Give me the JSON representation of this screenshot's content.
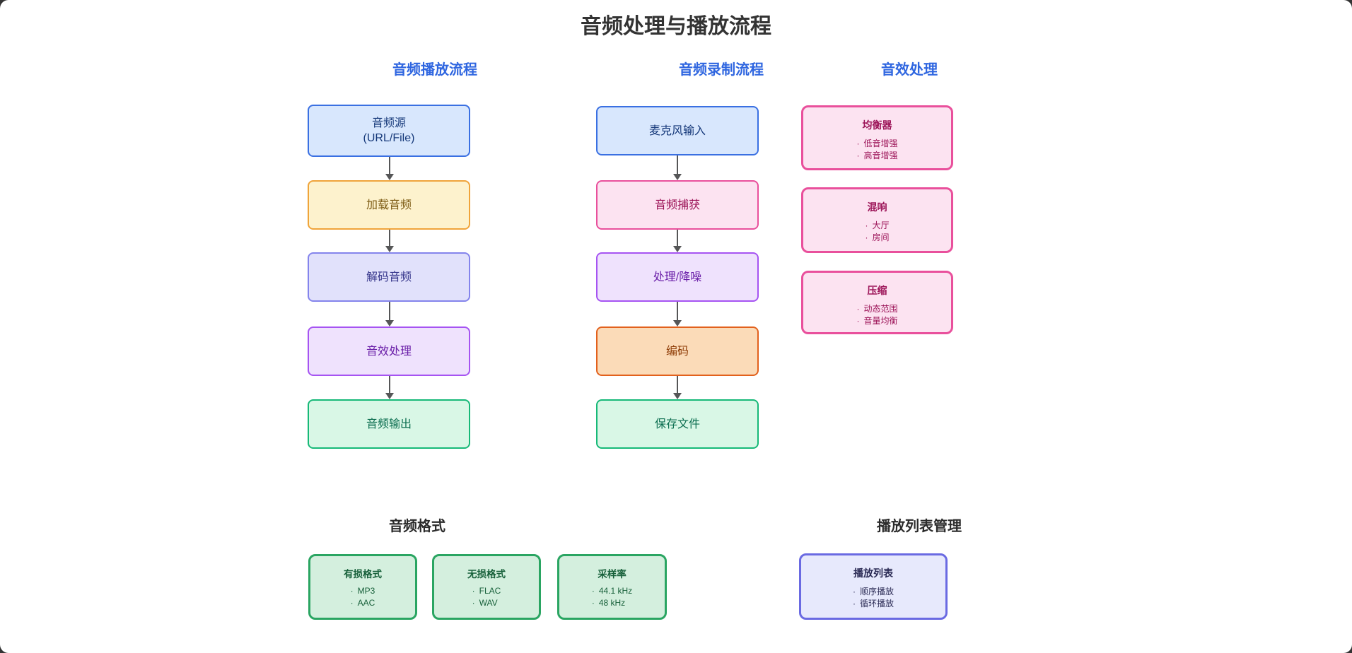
{
  "page": {
    "title": "音频处理与播放流程"
  },
  "playback": {
    "title": "音频播放流程",
    "steps": [
      {
        "label": "音频源",
        "sub": "(URL/File)"
      },
      {
        "label": "加载音频"
      },
      {
        "label": "解码音频"
      },
      {
        "label": "音效处理"
      },
      {
        "label": "音频输出"
      }
    ]
  },
  "recording": {
    "title": "音频录制流程",
    "steps": [
      {
        "label": "麦克风输入"
      },
      {
        "label": "音频捕获"
      },
      {
        "label": "处理/降噪"
      },
      {
        "label": "编码"
      },
      {
        "label": "保存文件"
      }
    ]
  },
  "effects": {
    "title": "音效处理",
    "cards": [
      {
        "title": "均衡器",
        "items": [
          "低音增强",
          "高音增强"
        ]
      },
      {
        "title": "混响",
        "items": [
          "大厅",
          "房间"
        ]
      },
      {
        "title": "压缩",
        "items": [
          "动态范围",
          "音量均衡"
        ]
      }
    ]
  },
  "formats": {
    "title": "音频格式",
    "cards": [
      {
        "title": "有损格式",
        "items": [
          "MP3",
          "AAC"
        ]
      },
      {
        "title": "无损格式",
        "items": [
          "FLAC",
          "WAV"
        ]
      },
      {
        "title": "采样率",
        "items": [
          "44.1 kHz",
          "48 kHz"
        ]
      }
    ]
  },
  "playlist": {
    "title": "播放列表管理",
    "cards": [
      {
        "title": "播放列表",
        "items": [
          "顺序播放",
          "循环播放"
        ]
      }
    ]
  },
  "colors": {
    "title_text": "#333333",
    "header_blue": "#2f66e0",
    "dark_header": "#2b2b2b",
    "arrow": "#555657",
    "blue_fill": "#d8e7fd",
    "blue_border": "#3a70e2",
    "blue_text": "#16397a",
    "yellow_fill": "#fdf2cd",
    "yellow_border": "#f0a43a",
    "yellow_text": "#7c5a12",
    "peri_fill": "#e1e1fb",
    "peri_border": "#8484ec",
    "peri_text": "#34348a",
    "purple_fill": "#efe2fd",
    "purple_border": "#a654f2",
    "purple_text": "#6a1fa8",
    "green_fill": "#d9f7e6",
    "green_border": "#17b978",
    "green_text": "#0c6e50",
    "pink_fill": "#fce3f1",
    "pink_border": "#e9509c",
    "pink_text": "#9c1458",
    "orange_fill": "#fbdbb8",
    "orange_border": "#e2611d",
    "orange_text": "#8f3d07",
    "greencard_fill": "#d4efde",
    "greencard_border": "#2aa562",
    "greencard_text": "#17603a",
    "pericard_fill": "#e7e9fc",
    "pericard_border": "#6a6ae2",
    "pericard_text": "#2b2b55"
  }
}
